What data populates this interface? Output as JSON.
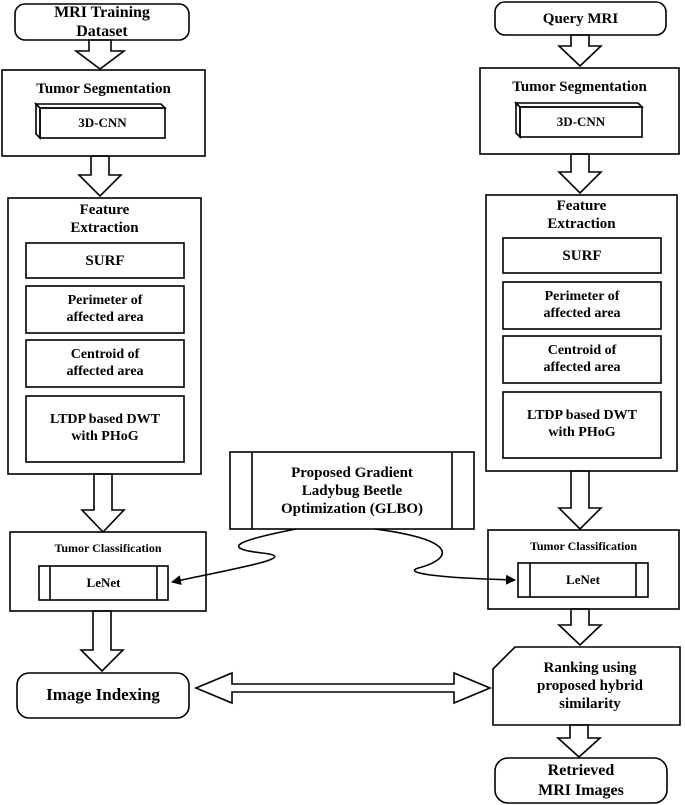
{
  "left": {
    "start": "MRI Training\nDataset",
    "segmentation_title": "Tumor Segmentation",
    "segmentation_model": "3D-CNN",
    "feature_title": "Feature\nExtraction",
    "features": [
      "SURF",
      "Perimeter of\naffected area",
      "Centroid of\naffected area",
      "LTDP based DWT\nwith PHoG"
    ],
    "classification_title": "Tumor Classification",
    "classification_model": "LeNet",
    "indexing": "Image Indexing"
  },
  "right": {
    "start": "Query MRI",
    "segmentation_title": "Tumor Segmentation",
    "segmentation_model": "3D-CNN",
    "feature_title": "Feature\nExtraction",
    "features": [
      "SURF",
      "Perimeter of\naffected area",
      "Centroid of\naffected area",
      "LTDP based DWT\nwith PHoG"
    ],
    "classification_title": "Tumor Classification",
    "classification_model": "LeNet",
    "ranking": "Ranking using\nproposed hybrid\nsimilarity",
    "retrieved": "Retrieved\nMRI Images"
  },
  "optimizer": "Proposed Gradient\nLadybug Beetle\nOptimization (GLBO)"
}
